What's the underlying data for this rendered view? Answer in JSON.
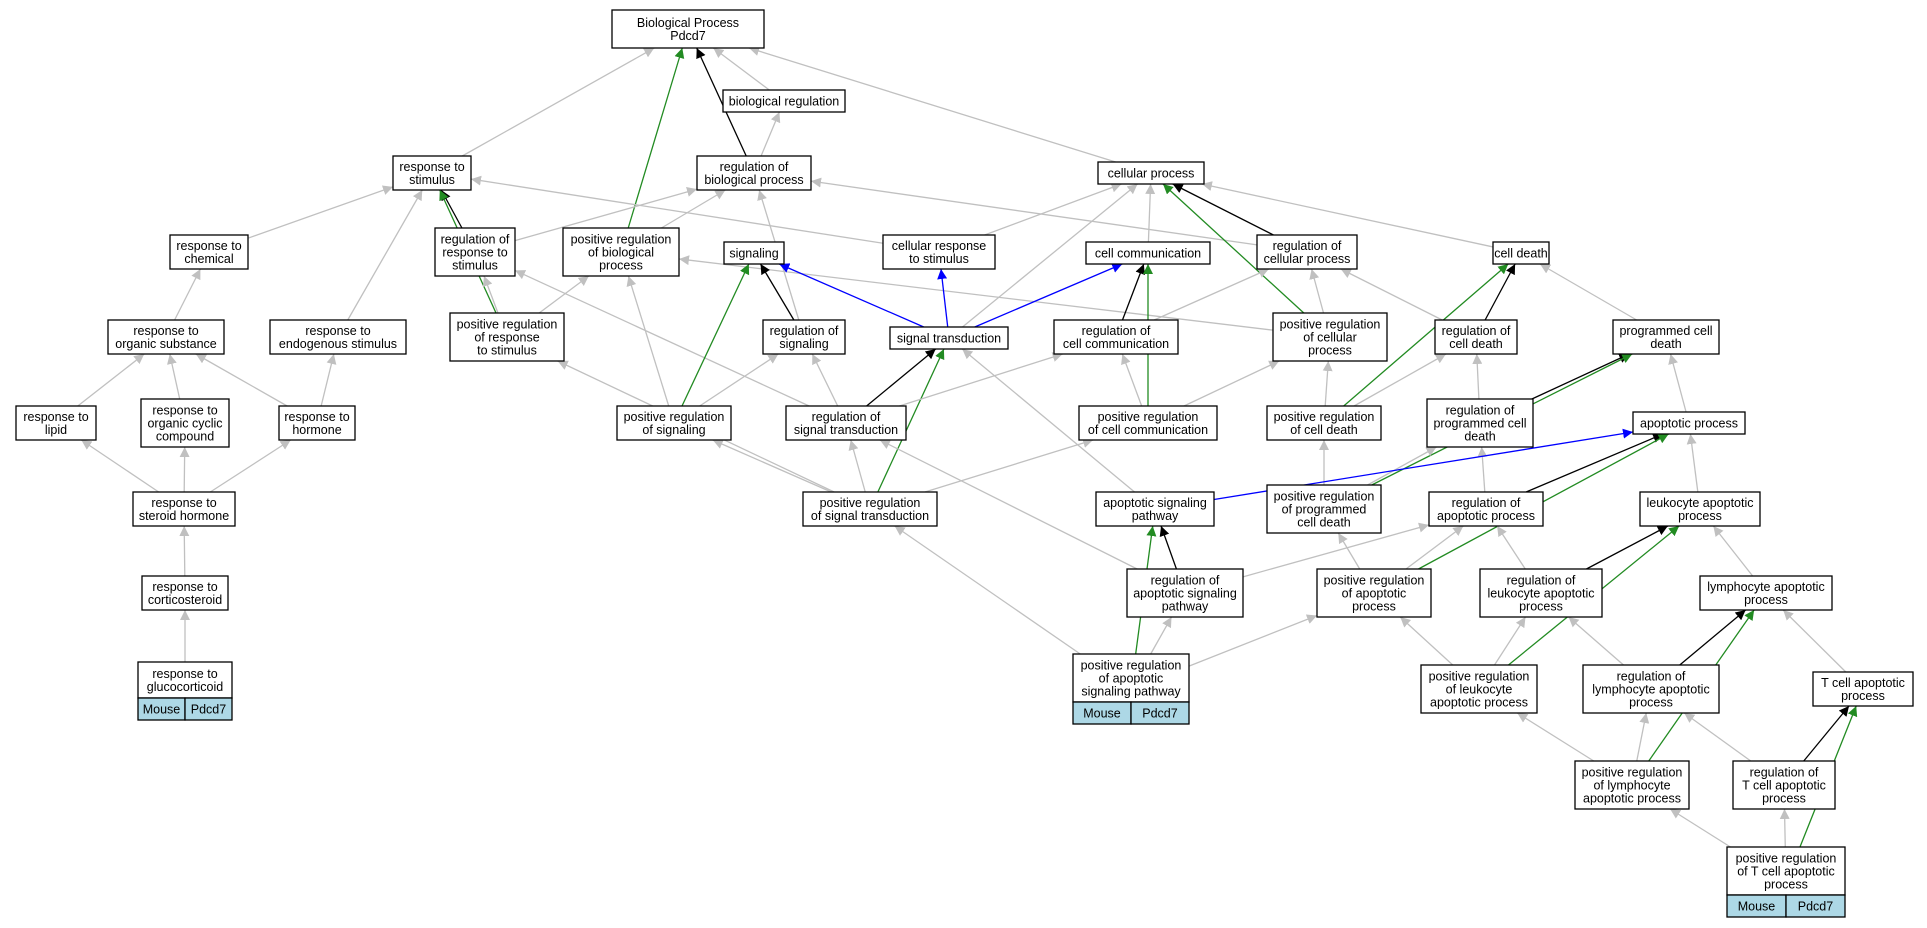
{
  "colors": {
    "is_a": "#c0c0c0",
    "part_of": "#000000",
    "positively_regulates": "#228b22",
    "regulates": "#0000ff",
    "annotation_fill": "#add8e6"
  },
  "nodes": [
    {
      "id": "root",
      "lines": [
        "Biological Process",
        "Pdcd7"
      ]
    },
    {
      "id": "bioreg",
      "lines": [
        "biological regulation"
      ]
    },
    {
      "id": "respstim",
      "lines": [
        "response to",
        "stimulus"
      ]
    },
    {
      "id": "regbio",
      "lines": [
        "regulation of",
        "biological process"
      ]
    },
    {
      "id": "cellproc",
      "lines": [
        "cellular process"
      ]
    },
    {
      "id": "respchem",
      "lines": [
        "response to",
        "chemical"
      ]
    },
    {
      "id": "regrespstim",
      "lines": [
        "regulation of",
        "response to",
        "stimulus"
      ]
    },
    {
      "id": "posregbio",
      "lines": [
        "positive regulation",
        "of biological",
        "process"
      ]
    },
    {
      "id": "signaling",
      "lines": [
        "signaling"
      ]
    },
    {
      "id": "cellrespstim",
      "lines": [
        "cellular response",
        "to stimulus"
      ]
    },
    {
      "id": "cellcomm",
      "lines": [
        "cell communication"
      ]
    },
    {
      "id": "regcell",
      "lines": [
        "regulation of",
        "cellular process"
      ]
    },
    {
      "id": "celldeath",
      "lines": [
        "cell death"
      ]
    },
    {
      "id": "resporg",
      "lines": [
        "response to",
        "organic substance"
      ]
    },
    {
      "id": "respendo",
      "lines": [
        "response to",
        "endogenous stimulus"
      ]
    },
    {
      "id": "posregrespstim",
      "lines": [
        "positive regulation",
        "of response",
        "to stimulus"
      ]
    },
    {
      "id": "regsig",
      "lines": [
        "regulation of",
        "signaling"
      ]
    },
    {
      "id": "sigtrans",
      "lines": [
        "signal transduction"
      ]
    },
    {
      "id": "regcellcomm",
      "lines": [
        "regulation of",
        "cell communication"
      ]
    },
    {
      "id": "posregcell",
      "lines": [
        "positive regulation",
        "of cellular",
        "process"
      ]
    },
    {
      "id": "regcelldeath",
      "lines": [
        "regulation of",
        "cell death"
      ]
    },
    {
      "id": "pcd",
      "lines": [
        "programmed cell",
        "death"
      ]
    },
    {
      "id": "resplipid",
      "lines": [
        "response to",
        "lipid"
      ]
    },
    {
      "id": "resporgcyc",
      "lines": [
        "response to",
        "organic cyclic",
        "compound"
      ]
    },
    {
      "id": "resphorm",
      "lines": [
        "response to",
        "hormone"
      ]
    },
    {
      "id": "posregsig",
      "lines": [
        "positive regulation",
        "of signaling"
      ]
    },
    {
      "id": "regsigtrans",
      "lines": [
        "regulation of",
        "signal transduction"
      ]
    },
    {
      "id": "posregcellcomm",
      "lines": [
        "positive regulation",
        "of cell communication"
      ]
    },
    {
      "id": "posregcelldeath",
      "lines": [
        "positive regulation",
        "of cell death"
      ]
    },
    {
      "id": "regpcd",
      "lines": [
        "regulation of",
        "programmed cell",
        "death"
      ]
    },
    {
      "id": "apoproc",
      "lines": [
        "apoptotic process"
      ]
    },
    {
      "id": "respster",
      "lines": [
        "response to",
        "steroid hormone"
      ]
    },
    {
      "id": "posregsigtrans",
      "lines": [
        "positive regulation",
        "of signal transduction"
      ]
    },
    {
      "id": "aposigpath",
      "lines": [
        "apoptotic signaling",
        "pathway"
      ]
    },
    {
      "id": "posregpcd",
      "lines": [
        "positive regulation",
        "of programmed",
        "cell death"
      ]
    },
    {
      "id": "regapo",
      "lines": [
        "regulation of",
        "apoptotic process"
      ]
    },
    {
      "id": "leukapo",
      "lines": [
        "leukocyte apoptotic",
        "process"
      ]
    },
    {
      "id": "respcort",
      "lines": [
        "response to",
        "corticosteroid"
      ]
    },
    {
      "id": "regaposig",
      "lines": [
        "regulation of",
        "apoptotic signaling",
        "pathway"
      ]
    },
    {
      "id": "posregapo",
      "lines": [
        "positive regulation",
        "of apoptotic",
        "process"
      ]
    },
    {
      "id": "regleukapo",
      "lines": [
        "regulation of",
        "leukocyte apoptotic",
        "process"
      ]
    },
    {
      "id": "lymphapo",
      "lines": [
        "lymphocyte apoptotic",
        "process"
      ]
    },
    {
      "id": "respgluco",
      "lines": [
        "response to",
        "glucocorticoid"
      ],
      "annotation": [
        "Mouse",
        "Pdcd7"
      ]
    },
    {
      "id": "posregaposig",
      "lines": [
        "positive regulation",
        "of apoptotic",
        "signaling pathway"
      ],
      "annotation": [
        "Mouse",
        "Pdcd7"
      ]
    },
    {
      "id": "posregleukapo",
      "lines": [
        "positive regulation",
        "of leukocyte",
        "apoptotic process"
      ]
    },
    {
      "id": "reglymphapo",
      "lines": [
        "regulation of",
        "lymphocyte apoptotic",
        "process"
      ]
    },
    {
      "id": "tcellapo",
      "lines": [
        "T cell apoptotic",
        "process"
      ]
    },
    {
      "id": "posreglymphapo",
      "lines": [
        "positive regulation",
        "of lymphocyte",
        "apoptotic process"
      ]
    },
    {
      "id": "regtcellapo",
      "lines": [
        "regulation of",
        "T cell apoptotic",
        "process"
      ]
    },
    {
      "id": "posregtcellapo",
      "lines": [
        "positive regulation",
        "of T cell apoptotic",
        "process"
      ],
      "annotation": [
        "Mouse",
        "Pdcd7"
      ]
    }
  ],
  "edges": [
    {
      "from": "bioreg",
      "to": "root",
      "type": "is_a"
    },
    {
      "from": "respstim",
      "to": "root",
      "type": "is_a"
    },
    {
      "from": "cellproc",
      "to": "root",
      "type": "is_a"
    },
    {
      "from": "regbio",
      "to": "root",
      "type": "part_of"
    },
    {
      "from": "posregbio",
      "to": "root",
      "type": "positively_regulates"
    },
    {
      "from": "regbio",
      "to": "bioreg",
      "type": "is_a"
    },
    {
      "from": "respchem",
      "to": "respstim",
      "type": "is_a"
    },
    {
      "from": "cellrespstim",
      "to": "respstim",
      "type": "is_a"
    },
    {
      "from": "respendo",
      "to": "respstim",
      "type": "is_a"
    },
    {
      "from": "regrespstim",
      "to": "respstim",
      "type": "part_of"
    },
    {
      "from": "posregrespstim",
      "to": "respstim",
      "type": "positively_regulates"
    },
    {
      "from": "regrespstim",
      "to": "regbio",
      "type": "is_a"
    },
    {
      "from": "posregbio",
      "to": "regbio",
      "type": "is_a"
    },
    {
      "from": "regsig",
      "to": "regbio",
      "type": "is_a"
    },
    {
      "from": "regcell",
      "to": "regbio",
      "type": "is_a"
    },
    {
      "from": "cellrespstim",
      "to": "cellproc",
      "type": "is_a"
    },
    {
      "from": "cellcomm",
      "to": "cellproc",
      "type": "is_a"
    },
    {
      "from": "celldeath",
      "to": "cellproc",
      "type": "is_a"
    },
    {
      "from": "sigtrans",
      "to": "cellproc",
      "type": "is_a"
    },
    {
      "from": "regcell",
      "to": "cellproc",
      "type": "part_of"
    },
    {
      "from": "posregcell",
      "to": "cellproc",
      "type": "positively_regulates"
    },
    {
      "from": "resporg",
      "to": "respchem",
      "type": "is_a"
    },
    {
      "from": "posregrespstim",
      "to": "regrespstim",
      "type": "is_a"
    },
    {
      "from": "regsigtrans",
      "to": "regrespstim",
      "type": "is_a"
    },
    {
      "from": "posregrespstim",
      "to": "posregbio",
      "type": "is_a"
    },
    {
      "from": "posregsig",
      "to": "posregbio",
      "type": "is_a"
    },
    {
      "from": "posregcell",
      "to": "posregbio",
      "type": "is_a"
    },
    {
      "from": "sigtrans",
      "to": "signaling",
      "type": "regulates"
    },
    {
      "from": "regsig",
      "to": "signaling",
      "type": "part_of"
    },
    {
      "from": "posregsig",
      "to": "signaling",
      "type": "positively_regulates"
    },
    {
      "from": "sigtrans",
      "to": "cellrespstim",
      "type": "regulates"
    },
    {
      "from": "sigtrans",
      "to": "cellcomm",
      "type": "regulates"
    },
    {
      "from": "regcellcomm",
      "to": "cellcomm",
      "type": "part_of"
    },
    {
      "from": "posregcellcomm",
      "to": "cellcomm",
      "type": "positively_regulates"
    },
    {
      "from": "regcellcomm",
      "to": "regcell",
      "type": "is_a"
    },
    {
      "from": "posregcell",
      "to": "regcell",
      "type": "is_a"
    },
    {
      "from": "regcelldeath",
      "to": "regcell",
      "type": "is_a"
    },
    {
      "from": "regcelldeath",
      "to": "celldeath",
      "type": "part_of"
    },
    {
      "from": "pcd",
      "to": "celldeath",
      "type": "is_a"
    },
    {
      "from": "posregcelldeath",
      "to": "celldeath",
      "type": "positively_regulates"
    },
    {
      "from": "resplipid",
      "to": "resporg",
      "type": "is_a"
    },
    {
      "from": "resporgcyc",
      "to": "resporg",
      "type": "is_a"
    },
    {
      "from": "resphorm",
      "to": "resporg",
      "type": "is_a"
    },
    {
      "from": "resphorm",
      "to": "respendo",
      "type": "is_a"
    },
    {
      "from": "posregsigtrans",
      "to": "posregrespstim",
      "type": "is_a"
    },
    {
      "from": "posregsig",
      "to": "regsig",
      "type": "is_a"
    },
    {
      "from": "regsigtrans",
      "to": "regsig",
      "type": "is_a"
    },
    {
      "from": "regsigtrans",
      "to": "sigtrans",
      "type": "part_of"
    },
    {
      "from": "posregsigtrans",
      "to": "sigtrans",
      "type": "positively_regulates"
    },
    {
      "from": "aposigpath",
      "to": "sigtrans",
      "type": "is_a"
    },
    {
      "from": "regsigtrans",
      "to": "regcellcomm",
      "type": "is_a"
    },
    {
      "from": "posregcellcomm",
      "to": "regcellcomm",
      "type": "is_a"
    },
    {
      "from": "posregcellcomm",
      "to": "posregcell",
      "type": "is_a"
    },
    {
      "from": "posregcelldeath",
      "to": "posregcell",
      "type": "is_a"
    },
    {
      "from": "posregcelldeath",
      "to": "regcelldeath",
      "type": "is_a"
    },
    {
      "from": "regpcd",
      "to": "regcelldeath",
      "type": "is_a"
    },
    {
      "from": "regpcd",
      "to": "pcd",
      "type": "part_of"
    },
    {
      "from": "apoproc",
      "to": "pcd",
      "type": "is_a"
    },
    {
      "from": "posregpcd",
      "to": "pcd",
      "type": "positively_regulates"
    },
    {
      "from": "respster",
      "to": "resplipid",
      "type": "is_a"
    },
    {
      "from": "respster",
      "to": "resporgcyc",
      "type": "is_a"
    },
    {
      "from": "respster",
      "to": "resphorm",
      "type": "is_a"
    },
    {
      "from": "posregsigtrans",
      "to": "posregsig",
      "type": "is_a"
    },
    {
      "from": "posregsigtrans",
      "to": "regsigtrans",
      "type": "is_a"
    },
    {
      "from": "regaposig",
      "to": "regsigtrans",
      "type": "is_a"
    },
    {
      "from": "posregsigtrans",
      "to": "posregcellcomm",
      "type": "is_a"
    },
    {
      "from": "posregpcd",
      "to": "posregcelldeath",
      "type": "is_a"
    },
    {
      "from": "posregpcd",
      "to": "regpcd",
      "type": "is_a"
    },
    {
      "from": "regapo",
      "to": "regpcd",
      "type": "is_a"
    },
    {
      "from": "aposigpath",
      "to": "apoproc",
      "type": "regulates"
    },
    {
      "from": "regapo",
      "to": "apoproc",
      "type": "part_of"
    },
    {
      "from": "posregapo",
      "to": "apoproc",
      "type": "positively_regulates"
    },
    {
      "from": "leukapo",
      "to": "apoproc",
      "type": "is_a"
    },
    {
      "from": "respcort",
      "to": "respster",
      "type": "is_a"
    },
    {
      "from": "posregaposig",
      "to": "posregsigtrans",
      "type": "is_a"
    },
    {
      "from": "regaposig",
      "to": "aposigpath",
      "type": "part_of"
    },
    {
      "from": "posregaposig",
      "to": "aposigpath",
      "type": "positively_regulates"
    },
    {
      "from": "posregapo",
      "to": "posregpcd",
      "type": "is_a"
    },
    {
      "from": "posregapo",
      "to": "regapo",
      "type": "is_a"
    },
    {
      "from": "regaposig",
      "to": "regapo",
      "type": "is_a"
    },
    {
      "from": "regleukapo",
      "to": "regapo",
      "type": "is_a"
    },
    {
      "from": "regleukapo",
      "to": "leukapo",
      "type": "part_of"
    },
    {
      "from": "lymphapo",
      "to": "leukapo",
      "type": "is_a"
    },
    {
      "from": "posregleukapo",
      "to": "leukapo",
      "type": "positively_regulates"
    },
    {
      "from": "respgluco",
      "to": "respcort",
      "type": "is_a"
    },
    {
      "from": "posregaposig",
      "to": "regaposig",
      "type": "is_a"
    },
    {
      "from": "posregaposig",
      "to": "posregapo",
      "type": "is_a"
    },
    {
      "from": "posregleukapo",
      "to": "posregapo",
      "type": "is_a"
    },
    {
      "from": "posregleukapo",
      "to": "regleukapo",
      "type": "is_a"
    },
    {
      "from": "reglymphapo",
      "to": "regleukapo",
      "type": "is_a"
    },
    {
      "from": "reglymphapo",
      "to": "lymphapo",
      "type": "part_of"
    },
    {
      "from": "tcellapo",
      "to": "lymphapo",
      "type": "is_a"
    },
    {
      "from": "posreglymphapo",
      "to": "lymphapo",
      "type": "positively_regulates"
    },
    {
      "from": "posreglymphapo",
      "to": "posregleukapo",
      "type": "is_a"
    },
    {
      "from": "posreglymphapo",
      "to": "reglymphapo",
      "type": "is_a"
    },
    {
      "from": "regtcellapo",
      "to": "reglymphapo",
      "type": "is_a"
    },
    {
      "from": "regtcellapo",
      "to": "tcellapo",
      "type": "part_of"
    },
    {
      "from": "posregtcellapo",
      "to": "tcellapo",
      "type": "positively_regulates"
    },
    {
      "from": "posregtcellapo",
      "to": "posreglymphapo",
      "type": "is_a"
    },
    {
      "from": "posregtcellapo",
      "to": "regtcellapo",
      "type": "is_a"
    }
  ]
}
